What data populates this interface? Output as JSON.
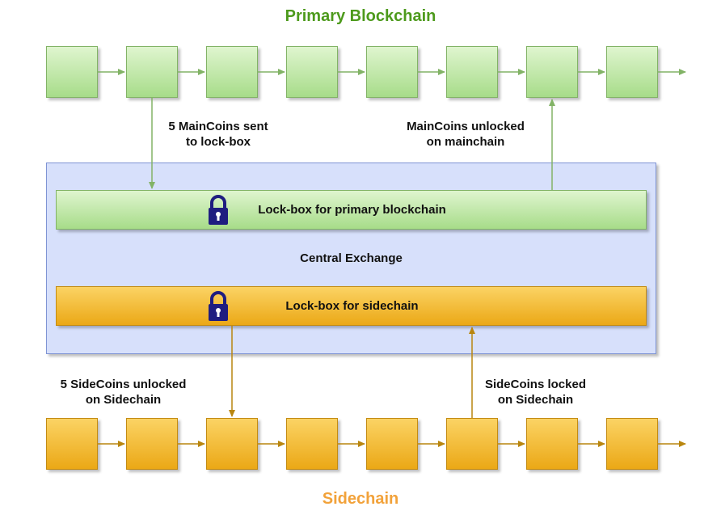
{
  "titles": {
    "primary": "Primary Blockchain",
    "sidechain": "Sidechain"
  },
  "central_exchange": {
    "label": "Central Exchange",
    "lockbox_primary": "Lock-box for primary blockchain",
    "lockbox_sidechain": "Lock-box for sidechain"
  },
  "notes": {
    "maincoins_sent": [
      "5 MainCoins sent",
      "to lock-box"
    ],
    "maincoins_unlocked": [
      "MainCoins unlocked",
      "on mainchain"
    ],
    "sidecoins_unlocked": [
      "5 SideCoins unlocked",
      "on Sidechain"
    ],
    "sidecoins_locked": [
      "SideCoins locked",
      "on Sidechain"
    ]
  },
  "colors": {
    "primary_title": "#4d9a1c",
    "sidechain_title": "#f2a23a",
    "green_arrow": "#82b366",
    "orange_arrow": "#b9860f",
    "lock_icon": "#1f1d80"
  },
  "icons": {
    "lock": "padlock-icon"
  }
}
